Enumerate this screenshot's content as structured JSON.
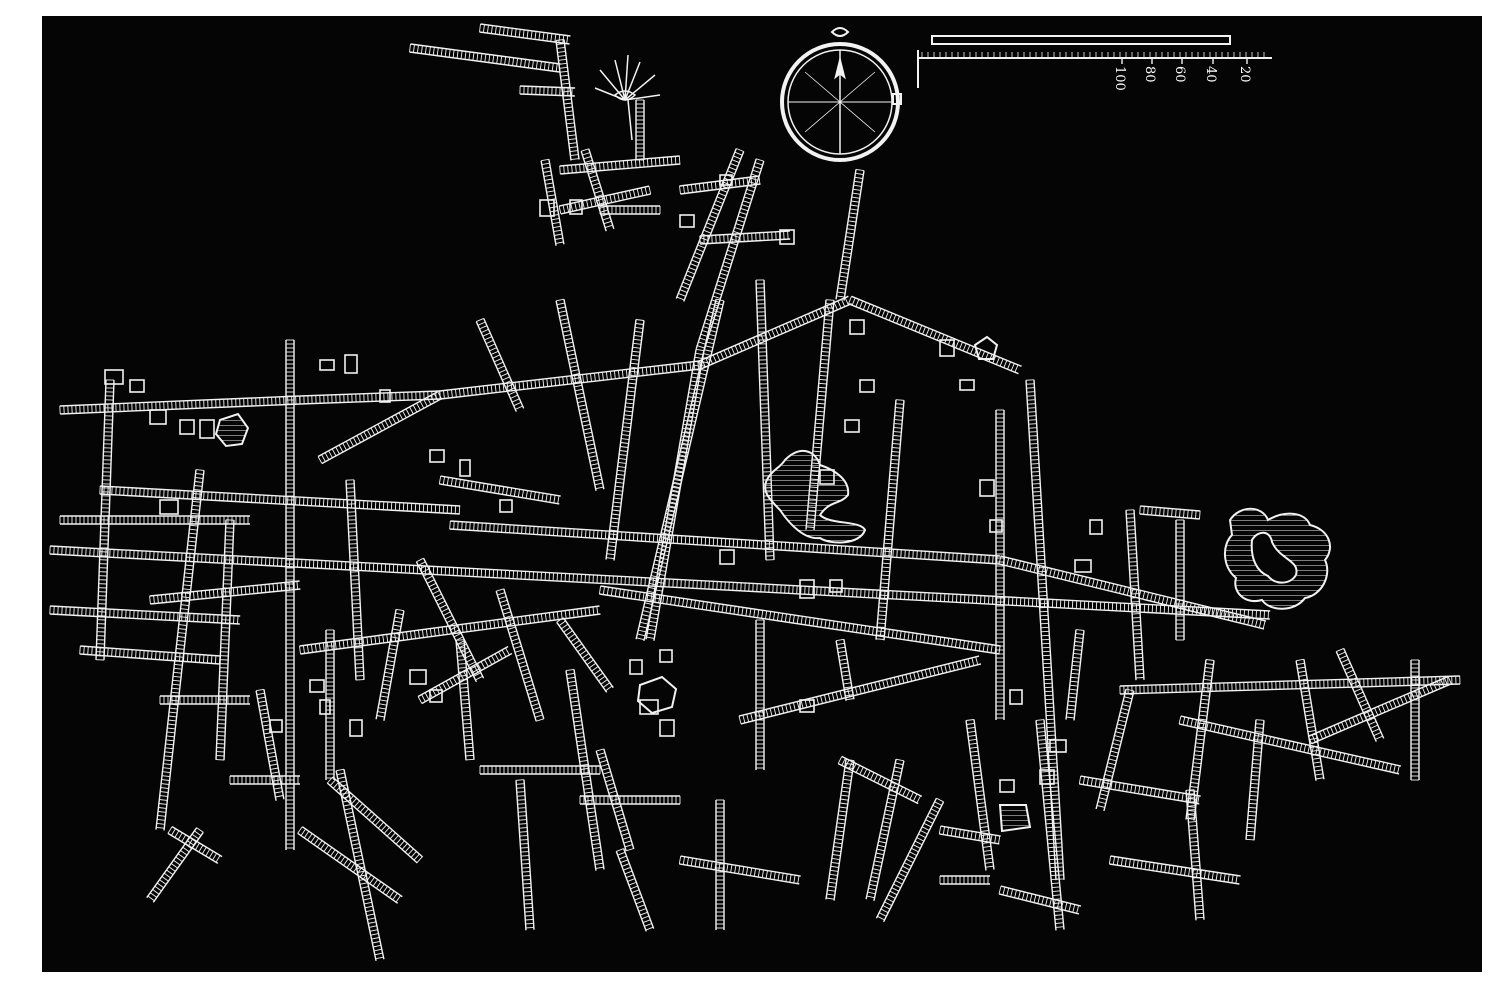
{
  "map": {
    "kind": "plan of underground passages (white on black plate)",
    "colors": {
      "plate": "#050505",
      "ink": "#f2f2f2",
      "paper": "#ffffff"
    }
  },
  "compass": {
    "north_mark": "N",
    "icon": "compass-rose-icon"
  },
  "scale_bar": {
    "tick_labels": [
      "100",
      "80",
      "60",
      "40",
      "20"
    ]
  }
}
